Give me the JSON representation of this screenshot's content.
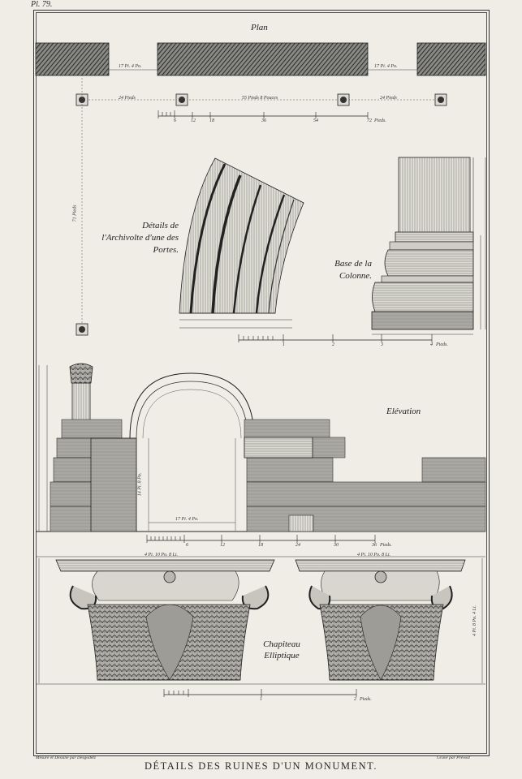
{
  "plate": {
    "number": "Pl. 79."
  },
  "sections": {
    "plan": "Plan",
    "archivolte": "Détails de l'Archivolte d'une des Portes.",
    "base": "Base de la Colonne.",
    "elevation": "Elévation",
    "chapiteau": "Chapiteau Elliptique"
  },
  "plan_dims": {
    "left_gap": "17 Pi. 4 Po.",
    "right_gap": "17 Pi. 4 Po.",
    "span_left": "24 Pieds",
    "span_mid": "55 Pieds 8 Pouces",
    "span_right": "24 Pieds",
    "side": "71 Pieds"
  },
  "scales": {
    "plan": {
      "ticks": [
        "6",
        "12",
        "18",
        "36",
        "54",
        "72"
      ],
      "unit": "Pieds."
    },
    "base": {
      "ticks": [
        "1",
        "2",
        "3",
        "4"
      ],
      "unit": "Pieds."
    },
    "elevation": {
      "ticks": [
        "6",
        "12",
        "18",
        "24",
        "30",
        "36"
      ],
      "unit": "Pieds."
    },
    "chapiteau": {
      "ticks": [
        "1",
        "2"
      ],
      "unit": "Pieds."
    }
  },
  "elev_dims": {
    "arch_width": "17 Pi. 4 Po.",
    "column_height": "14 Pi. 8 Po."
  },
  "chap_dims": {
    "left_top": "4 Pi. 10 Po. 8 Li.",
    "right_top": "4 Pi. 10 Po. 8 Li.",
    "right_side": "4 Pi. 8 Po. 4 Li."
  },
  "credits": {
    "left": "Mesuré et Dessiné par Desgodetz",
    "right": "Gravé par Prévost"
  },
  "title": "DÉTAILS DES RUINES D'UN MONUMENT."
}
